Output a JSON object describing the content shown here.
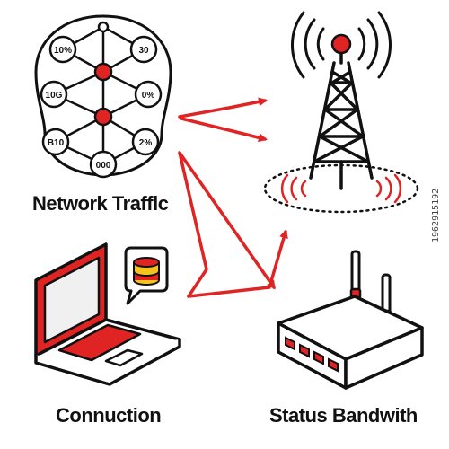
{
  "labels": {
    "network": "Network Trafflc",
    "connection": "Connuction",
    "status": "Status Bandwith",
    "side_code": "1962915192"
  },
  "network_nodes": [
    "10%",
    "30",
    "10G",
    "0%",
    "B10",
    "2%",
    "000"
  ],
  "colors": {
    "accent": "#e02424",
    "ink": "#111111",
    "screen_fill": "#f0f0f0",
    "database_fill": "#f6c21c",
    "background": "#ffffff"
  },
  "icons": [
    "network-graph-icon",
    "radio-tower-icon",
    "laptop-icon",
    "chat-bubble-icon",
    "database-icon",
    "router-icon"
  ]
}
